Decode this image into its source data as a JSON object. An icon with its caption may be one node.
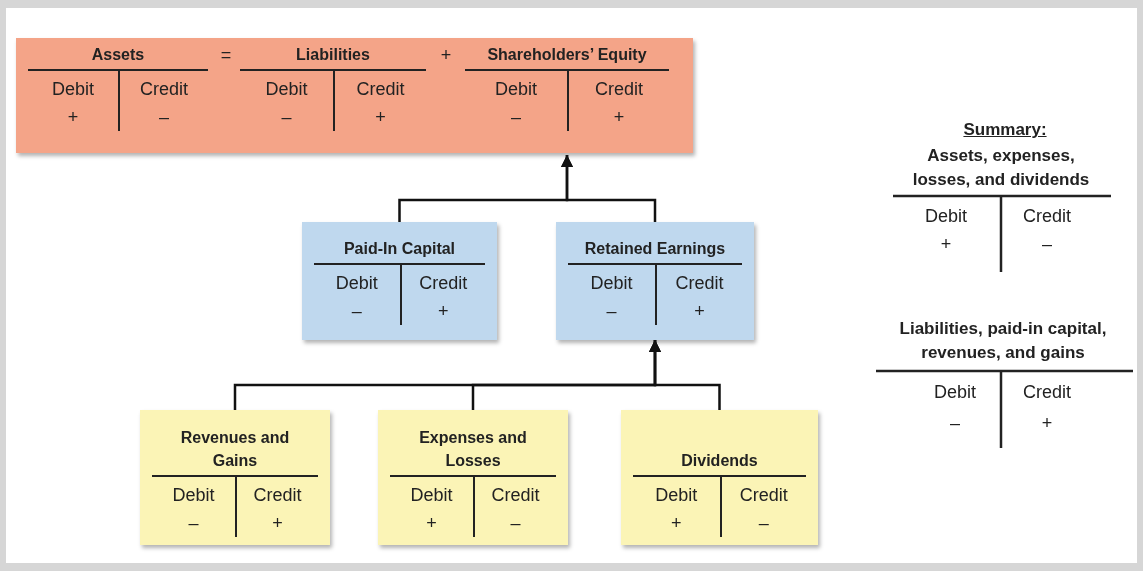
{
  "diagram": {
    "nodes": [
      {
        "text": [],
        "shape": "box"
      },
      {
        "text": [
          "Assets",
          "Debit",
          "Credit",
          "+",
          "–"
        ],
        "in": 0
      },
      {
        "text": [
          "Liabilities",
          "Debit",
          "Credit",
          "–",
          "+"
        ],
        "in": 0
      },
      {
        "text": [
          "Shareholders’ Equity",
          "Debit",
          "Credit",
          "–",
          "+"
        ],
        "in": 0
      },
      {
        "text": [
          "Paid-In Capital",
          "Debit",
          "Credit",
          "–",
          "+"
        ]
      },
      {
        "text": [
          "Retained Earnings",
          "Debit",
          "Credit",
          "–",
          "+"
        ]
      },
      {
        "text": [
          "Revenues and Gains",
          "Debit",
          "Credit",
          "–",
          "+"
        ]
      },
      {
        "text": [
          "Expenses and Losses",
          "Debit",
          "Credit",
          "+",
          "–"
        ]
      },
      {
        "text": [
          "Dividends",
          "Debit",
          "Credit",
          "+",
          "–"
        ]
      }
    ],
    "edges": [
      {
        "from": 4,
        "to": 3,
        "arrow": "to"
      },
      {
        "from": 5,
        "to": 3,
        "arrow": "to"
      },
      {
        "from": 6,
        "to": 5,
        "arrow": "to"
      },
      {
        "from": 7,
        "to": 5,
        "arrow": "to"
      },
      {
        "from": 8,
        "to": 5,
        "arrow": "to"
      }
    ],
    "labels": [
      "=",
      "+",
      "Summary:",
      "Assets, expenses, losses, and dividends",
      "Debit",
      "Credit",
      "+",
      "–",
      "Liabilities, paid-in capital, revenues, and gains",
      "Debit",
      "Credit",
      "–",
      "+"
    ]
  }
}
